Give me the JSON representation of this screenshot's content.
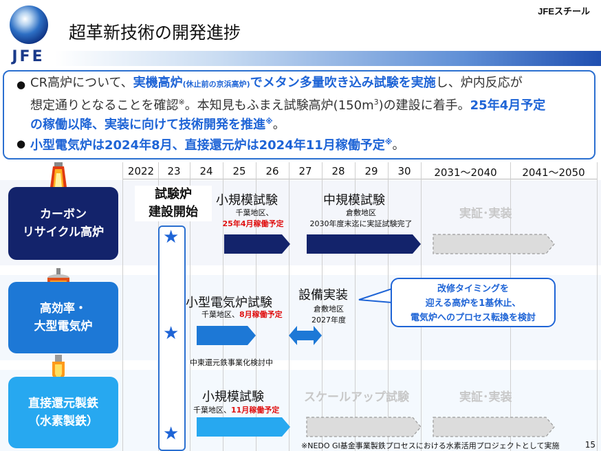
{
  "header": {
    "company": "JFEスチール",
    "logo_text": "JFE",
    "title": "超革新技術の開発進捗"
  },
  "summary": {
    "line1": [
      "CR高炉について、",
      "実機高炉",
      "(休止前の京浜高炉)",
      "でメタン多量吹き込み試験を実施",
      "し、炉内反応が"
    ],
    "line2": [
      "想定通りとなることを確認",
      "※",
      "。本知見もふまえ試験高炉(150m",
      "3",
      ")の建設に着手。",
      "25年4月予定"
    ],
    "line3": [
      "の稼働以降、実装に向けて技術開発を推進",
      "※",
      "。"
    ],
    "line4": [
      "小型電気炉は2024年8月、直接還元炉は2024年11月稼働予定",
      "※",
      "。"
    ]
  },
  "years": [
    "2022",
    "23",
    "24",
    "25",
    "26",
    "27",
    "28",
    "29",
    "30",
    "2031～2040",
    "2041～2050"
  ],
  "trial": {
    "title_line1": "試験炉",
    "title_line2": "建設開始"
  },
  "rows": [
    {
      "category_line1": "カーボン",
      "category_line2": "リサイクル高炉",
      "small_test": "小規模試験",
      "small_loc": "千葉地区、",
      "small_date": "25年4月稼働予定",
      "mid_test": "中規模試験",
      "mid_loc": "倉敷地区",
      "mid_note": "2030年度末迄に実証試験完了",
      "future": "実証･実装"
    },
    {
      "category_line1": "高効率・",
      "category_line2": "大型電気炉",
      "small_test": "小型電気炉試験",
      "small_loc": "千葉地区、",
      "small_date": "8月稼働予定",
      "equip": "設備実装",
      "equip_loc": "倉敷地区",
      "equip_year": "2027年度",
      "note": "中東還元鉄事業化検討中",
      "callout_line1": "改修タイミングを",
      "callout_line2": "迎える高炉を1基休止、",
      "callout_line3": "電気炉へのプロセス転換を検討"
    },
    {
      "category_line1": "直接還元製鉄",
      "category_line2": "（水素製鉄）",
      "small_test": "小規模試験",
      "small_loc": "千葉地区、",
      "small_date": "11月稼働予定",
      "scaleup": "スケールアップ試験",
      "future": "実証･実装"
    }
  ],
  "footnote": "※NEDO GI基金事業製鉄プロセスにおける水素活用プロジェクトとして実施",
  "page_number": "15",
  "colors": {
    "navy": "#13236b",
    "blue": "#1d78d6",
    "sky": "#27a8f0",
    "accent": "#1e64d6",
    "red": "#e01010",
    "dash_gray": "#d4d4d4"
  }
}
